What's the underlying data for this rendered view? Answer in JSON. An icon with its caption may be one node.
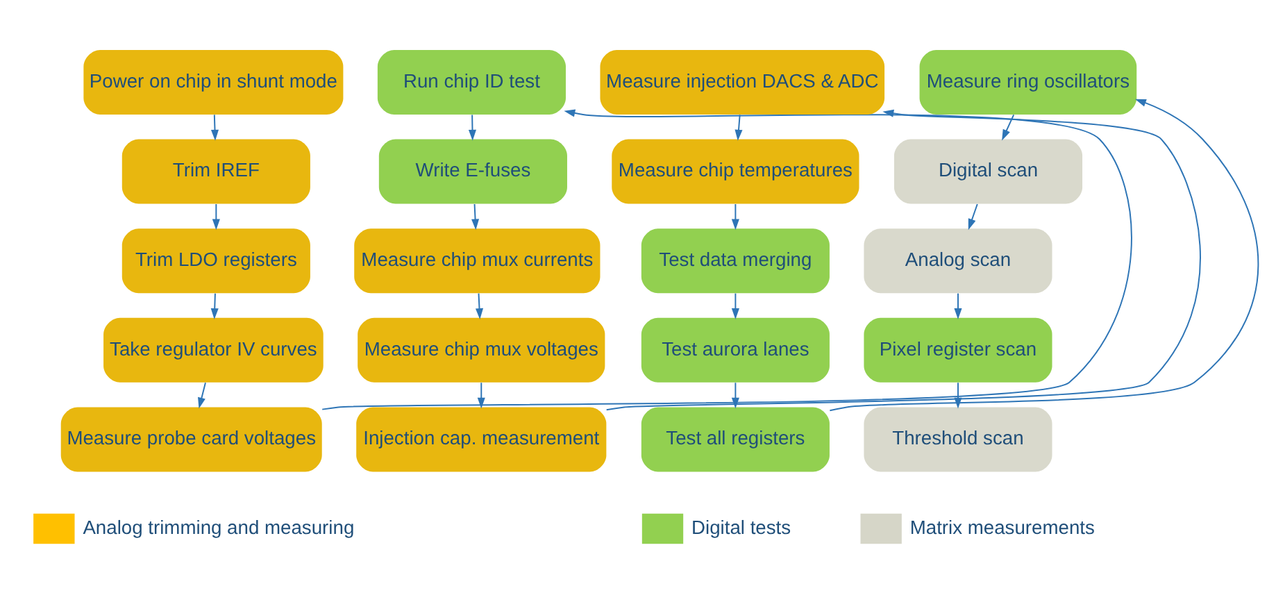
{
  "diagram": {
    "nodes": [
      {
        "text": [
          "Power on chip in shunt mode"
        ]
      },
      {
        "text": [
          "Trim IREF"
        ]
      },
      {
        "text": [
          "Trim LDO registers"
        ]
      },
      {
        "text": [
          "Take regulator IV curves"
        ]
      },
      {
        "text": [
          "Measure probe card voltages"
        ]
      },
      {
        "text": [
          "Run chip ID test"
        ]
      },
      {
        "text": [
          "Write E-fuses"
        ]
      },
      {
        "text": [
          "Measure chip mux currents"
        ]
      },
      {
        "text": [
          "Measure chip mux voltages"
        ]
      },
      {
        "text": [
          "Injection cap. measurement"
        ]
      },
      {
        "text": [
          "Measure injection DACS & ADC"
        ]
      },
      {
        "text": [
          "Measure chip temperatures"
        ]
      },
      {
        "text": [
          "Test data merging"
        ]
      },
      {
        "text": [
          "Test aurora lanes"
        ]
      },
      {
        "text": [
          "Test all registers"
        ]
      },
      {
        "text": [
          "Measure ring oscillators"
        ]
      },
      {
        "text": [
          "Digital scan"
        ]
      },
      {
        "text": [
          "Analog scan"
        ]
      },
      {
        "text": [
          "Pixel register scan"
        ]
      },
      {
        "text": [
          "Threshold scan"
        ]
      }
    ],
    "edges": [
      {
        "from": 0,
        "to": 1,
        "arrow": "to"
      },
      {
        "from": 1,
        "to": 2,
        "arrow": "to"
      },
      {
        "from": 2,
        "to": 3,
        "arrow": "to"
      },
      {
        "from": 3,
        "to": 4,
        "arrow": "to"
      },
      {
        "from": 4,
        "to": 5,
        "arrow": "to"
      },
      {
        "from": 5,
        "to": 6,
        "arrow": "to"
      },
      {
        "from": 6,
        "to": 7,
        "arrow": "to"
      },
      {
        "from": 7,
        "to": 8,
        "arrow": "to"
      },
      {
        "from": 8,
        "to": 9,
        "arrow": "to"
      },
      {
        "from": 9,
        "to": 10,
        "arrow": "to"
      },
      {
        "from": 10,
        "to": 11,
        "arrow": "to"
      },
      {
        "from": 11,
        "to": 12,
        "arrow": "to"
      },
      {
        "from": 12,
        "to": 13,
        "arrow": "to"
      },
      {
        "from": 13,
        "to": 14,
        "arrow": "to"
      },
      {
        "from": 14,
        "to": 15,
        "arrow": "to"
      },
      {
        "from": 15,
        "to": 16,
        "arrow": "to"
      },
      {
        "from": 16,
        "to": 17,
        "arrow": "to"
      },
      {
        "from": 17,
        "to": 18,
        "arrow": "to"
      },
      {
        "from": 18,
        "to": 19,
        "arrow": "to"
      }
    ],
    "legend": [
      {
        "text": "Analog trimming and measuring",
        "color": "#ffc000"
      },
      {
        "text": "Digital tests",
        "color": "#92d050"
      },
      {
        "text": "Matrix measurements",
        "color": "#d6d6c8"
      }
    ]
  }
}
